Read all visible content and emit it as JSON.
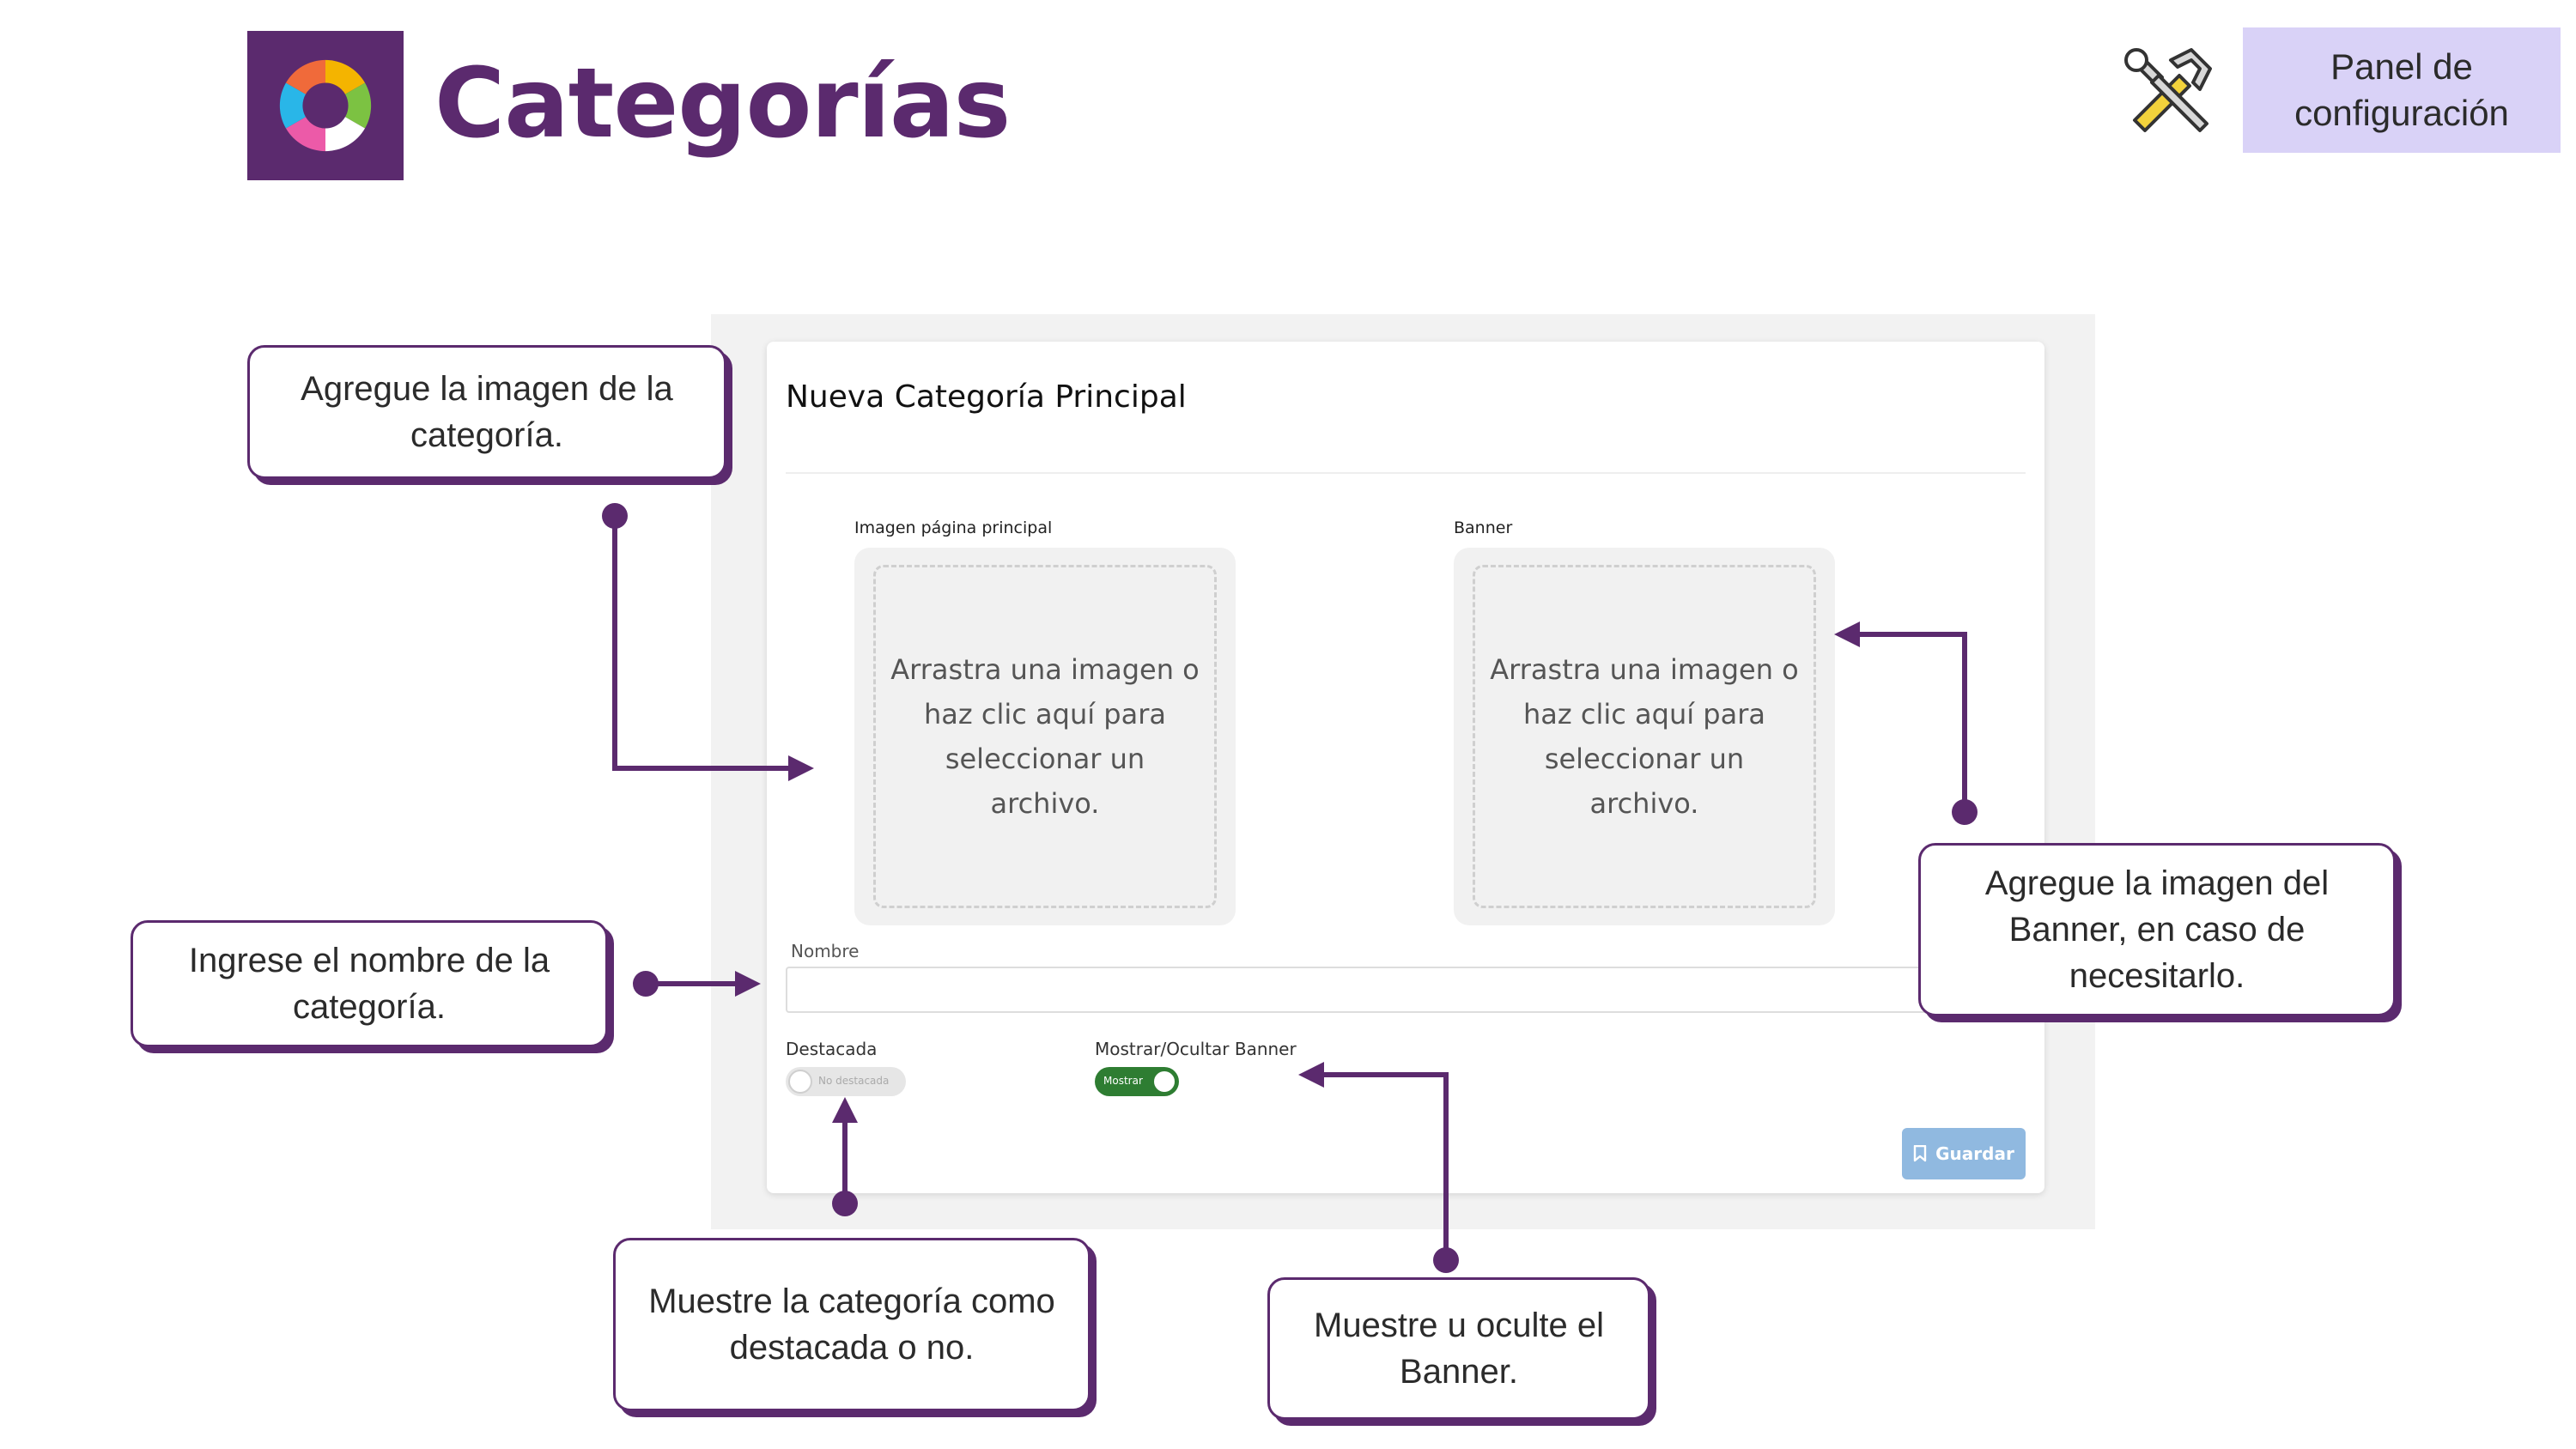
{
  "header": {
    "title": "Categorías",
    "config_button": "Panel de\nconfiguración",
    "tools_icon": "hammer-wrench-icon",
    "logo_icon": "pie-cycle-icon"
  },
  "form": {
    "title": "Nueva Categoría Principal",
    "main_image_label": "Imagen página principal",
    "banner_label": "Banner",
    "dropzone_text": "Arrastra una imagen o haz clic aquí para seleccionar un archivo.",
    "name_label": "Nombre",
    "name_value": "",
    "featured_label": "Destacada",
    "featured_toggle_text": "No destacada",
    "featured_on": false,
    "banner_toggle_label": "Mostrar/Ocultar Banner",
    "banner_toggle_text": "Mostrar",
    "banner_on": true,
    "save_button": "Guardar",
    "save_icon": "bookmark-icon"
  },
  "callouts": {
    "image": "Agregue la imagen de la categoría.",
    "name": "Ingrese el nombre de la categoría.",
    "featured": "Muestre la categoría como destacada o no.",
    "banner_toggle": "Muestre u oculte el Banner.",
    "banner_image": "Agregue la imagen del Banner, en caso de necesitarlo."
  },
  "colors": {
    "brand_purple": "#5b2a6e",
    "config_bg": "#d9d2f7",
    "toggle_green": "#2e7d32",
    "save_blue": "#90b9e0"
  }
}
